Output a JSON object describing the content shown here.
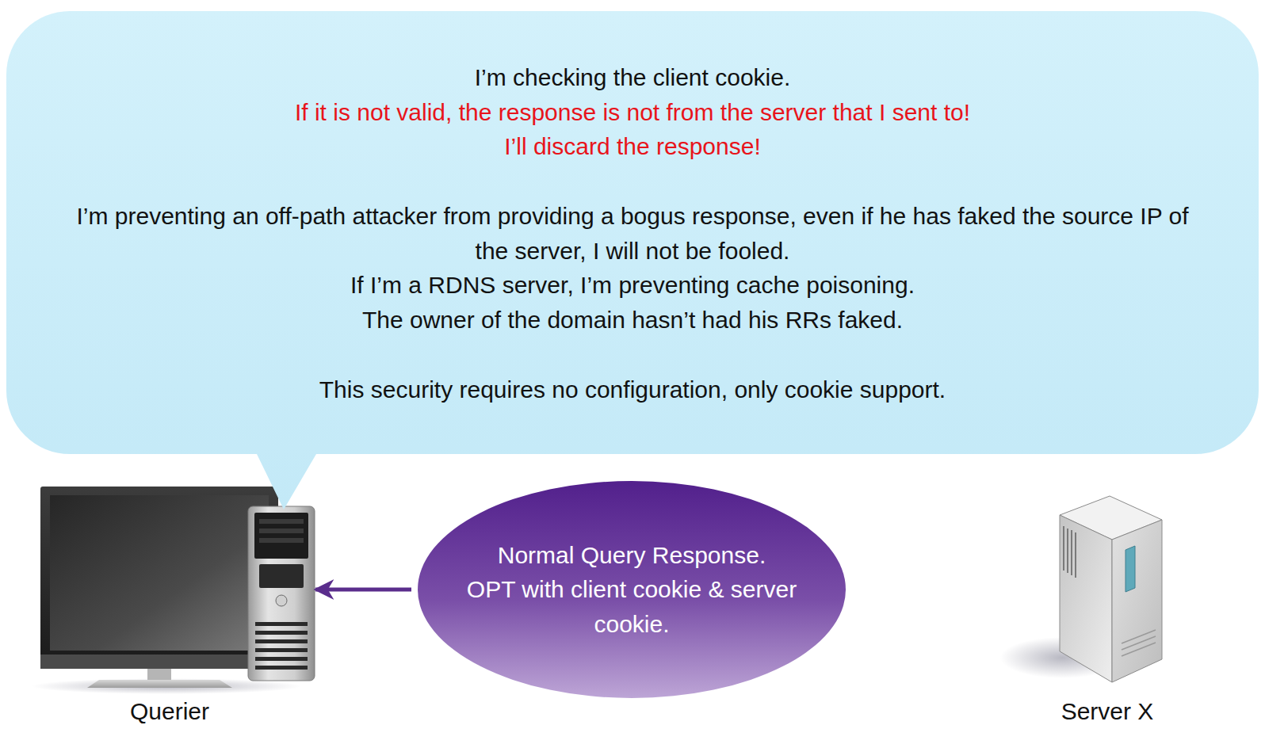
{
  "diagram": {
    "nodes": [
      {
        "text": [
          "I’m checking the client cookie.",
          "If it is not valid, the response is not from the server that I sent to!",
          "I’ll discard the response!",
          "I’m preventing an off-path attacker from providing a bogus response, even if he has faked the source IP of the server, I will not be fooled.",
          "If I’m a RDNS server, I’m preventing cache poisoning.",
          "The owner of the domain hasn’t had his RRs faked.",
          "This security requires no configuration, only cookie support."
        ]
      },
      {
        "text": [
          "Querier"
        ]
      },
      {
        "text": [
          "Normal Query Response.",
          "OPT with client cookie & server cookie."
        ]
      },
      {
        "text": [
          "Server X"
        ]
      }
    ],
    "edges": [
      {
        "from": 2,
        "to": 1,
        "arrow": "to"
      }
    ]
  }
}
